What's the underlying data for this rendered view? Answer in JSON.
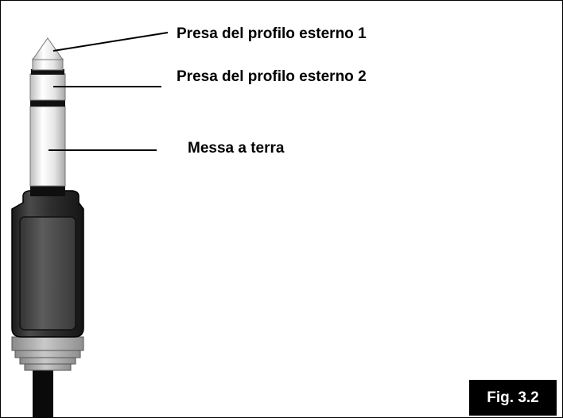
{
  "diagram": {
    "subject": "stereo jack plug (TRS connector)",
    "callouts": [
      {
        "id": "tip",
        "text": "Presa del profilo esterno 1"
      },
      {
        "id": "ring",
        "text": "Presa del profilo esterno 2"
      },
      {
        "id": "ground",
        "text": "Messa a terra"
      }
    ],
    "figure_label": "Fig. 3.2"
  },
  "colors": {
    "border": "#000000",
    "plug_metal": "#e6e6e6",
    "plug_body": "#3a3a3a",
    "collar": "#9c9c9c",
    "cable": "#0a0a0a",
    "badge_bg": "#000000",
    "badge_text": "#ffffff"
  }
}
